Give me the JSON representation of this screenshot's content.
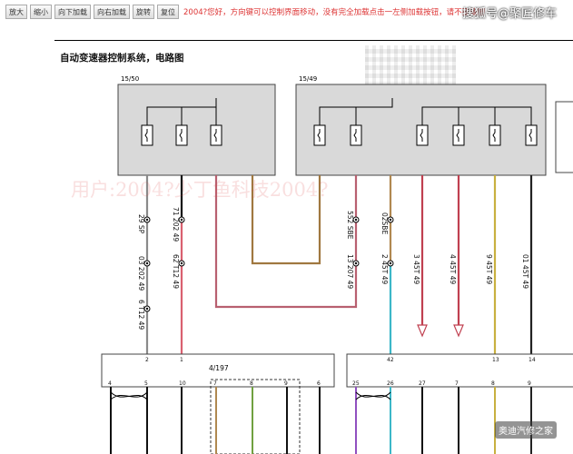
{
  "toolbar": {
    "buttons": [
      "放大",
      "缩小",
      "向下加载",
      "向右加载",
      "旋转",
      "复位"
    ],
    "notice": "2004?您好，方向键可以控制界面移动，没有完全加载点击一左侧加载按钮，请不要截图"
  },
  "brand": "搜狐号@聚匠修车",
  "title": "自动变速器控制系统，电路图",
  "watermark": "用户:2004?少丁鱼科技2004?",
  "logo_text": "奥迪汽修之家",
  "diagram": {
    "fuse_box_left": "15/50",
    "fuse_box_right": "15/49",
    "connector_label": "4/197",
    "wire_labels": [
      "29 SP",
      "03 202 49",
      "6 T12 49",
      "71 202 49",
      "62 T12 49",
      "552 SBE",
      "13 207 49",
      "02SBE",
      "2 45T 49",
      "3 45T 49",
      "4 45T 49",
      "9 45T 49",
      "01 45T 49"
    ],
    "pins_top": [
      "2",
      "1",
      "42",
      "13",
      "14"
    ],
    "pins_bottom_left": [
      "4",
      "5",
      "10",
      "7",
      "8",
      "9",
      "6"
    ],
    "pins_bottom_right": [
      "25",
      "26",
      "27",
      "7",
      "8",
      "9"
    ]
  }
}
